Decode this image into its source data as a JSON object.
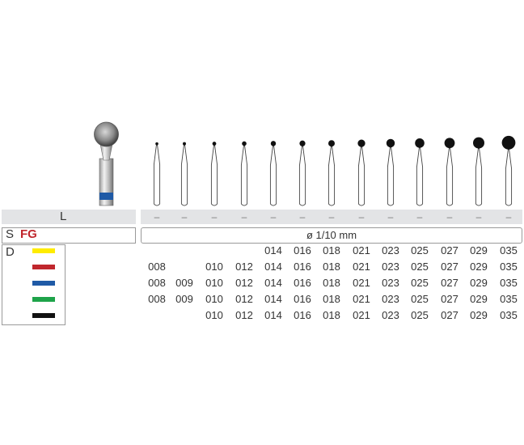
{
  "labels": {
    "length": "L",
    "shank_s": "S",
    "shank_fg": "FG",
    "diameter_unit": "ø 1/10 mm",
    "d": "D"
  },
  "dash": "–",
  "columns": [
    "008",
    "009",
    "010",
    "012",
    "014",
    "016",
    "018",
    "021",
    "023",
    "025",
    "027",
    "029",
    "035"
  ],
  "grit_rows": [
    {
      "name": "yellow",
      "color": "#ffec00",
      "values": [
        "",
        "",
        "",
        "",
        "014",
        "016",
        "018",
        "021",
        "023",
        "025",
        "027",
        "029",
        "035"
      ]
    },
    {
      "name": "red",
      "color": "#c0272d",
      "values": [
        "008",
        "",
        "010",
        "012",
        "014",
        "016",
        "018",
        "021",
        "023",
        "025",
        "027",
        "029",
        "035"
      ]
    },
    {
      "name": "blue",
      "color": "#1f5aa6",
      "values": [
        "008",
        "009",
        "010",
        "012",
        "014",
        "016",
        "018",
        "021",
        "023",
        "025",
        "027",
        "029",
        "035"
      ]
    },
    {
      "name": "green",
      "color": "#1ea34a",
      "values": [
        "008",
        "009",
        "010",
        "012",
        "014",
        "016",
        "018",
        "021",
        "023",
        "025",
        "027",
        "029",
        "035"
      ]
    },
    {
      "name": "black",
      "color": "#111111",
      "values": [
        "",
        "",
        "010",
        "012",
        "014",
        "016",
        "018",
        "021",
        "023",
        "025",
        "027",
        "029",
        "035"
      ]
    }
  ],
  "bur_ring_color": "#1f5aa6"
}
